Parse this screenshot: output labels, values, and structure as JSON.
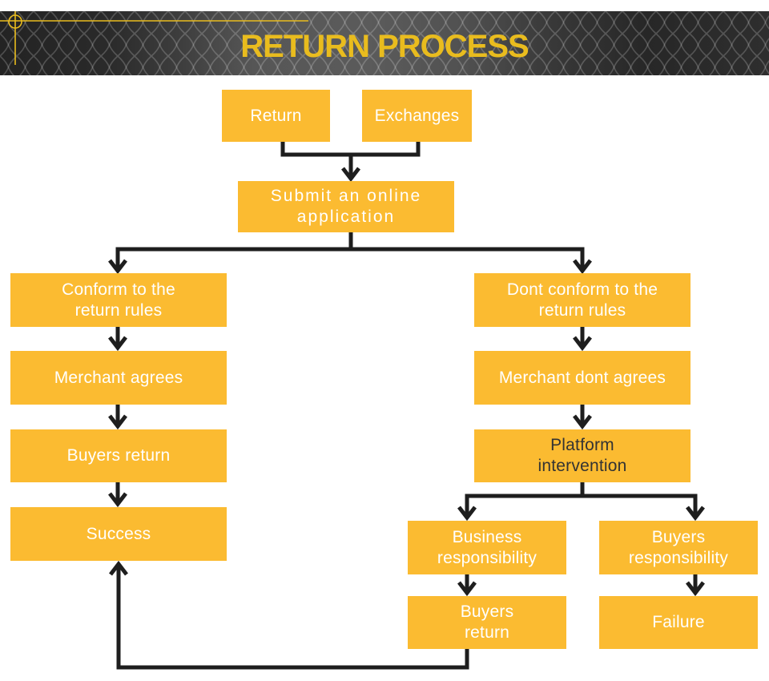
{
  "header": {
    "title": "RETURN PROCESS"
  },
  "colors": {
    "box_fill": "#FBBB31",
    "title_gold": "#E9BC1E",
    "connector": "#1E1E1E",
    "box_text_light": "#FFFFFF",
    "box_text_dark": "#333333",
    "header_bg": "#2B2B2B"
  },
  "nodes": {
    "return_box": {
      "label": "Return"
    },
    "exchanges": {
      "label": "Exchanges"
    },
    "submit": {
      "label": "Submit an online\napplication"
    },
    "conform": {
      "label": "Conform to the\nreturn rules"
    },
    "merchant_agrees": {
      "label": "Merchant agrees"
    },
    "buyers_return": {
      "label": "Buyers return"
    },
    "success": {
      "label": "Success"
    },
    "dont_conform": {
      "label": "Dont conform to the\nreturn rules"
    },
    "merchant_dont_agrees": {
      "label": "Merchant dont agrees"
    },
    "platform": {
      "label": "Platform\nintervention"
    },
    "business_resp": {
      "label": "Business\nresponsibility"
    },
    "buyers_resp": {
      "label": "Buyers\nresponsibility"
    },
    "buyers_return_2": {
      "label": "Buyers\nreturn"
    },
    "failure": {
      "label": "Failure"
    }
  },
  "edges": [
    {
      "from": "return_box",
      "to": "submit"
    },
    {
      "from": "exchanges",
      "to": "submit"
    },
    {
      "from": "submit",
      "to": "conform"
    },
    {
      "from": "submit",
      "to": "dont_conform"
    },
    {
      "from": "conform",
      "to": "merchant_agrees"
    },
    {
      "from": "merchant_agrees",
      "to": "buyers_return"
    },
    {
      "from": "buyers_return",
      "to": "success"
    },
    {
      "from": "dont_conform",
      "to": "merchant_dont_agrees"
    },
    {
      "from": "merchant_dont_agrees",
      "to": "platform"
    },
    {
      "from": "platform",
      "to": "business_resp"
    },
    {
      "from": "platform",
      "to": "buyers_resp"
    },
    {
      "from": "business_resp",
      "to": "buyers_return_2"
    },
    {
      "from": "buyers_resp",
      "to": "failure"
    },
    {
      "from": "buyers_return_2",
      "to": "success"
    }
  ]
}
